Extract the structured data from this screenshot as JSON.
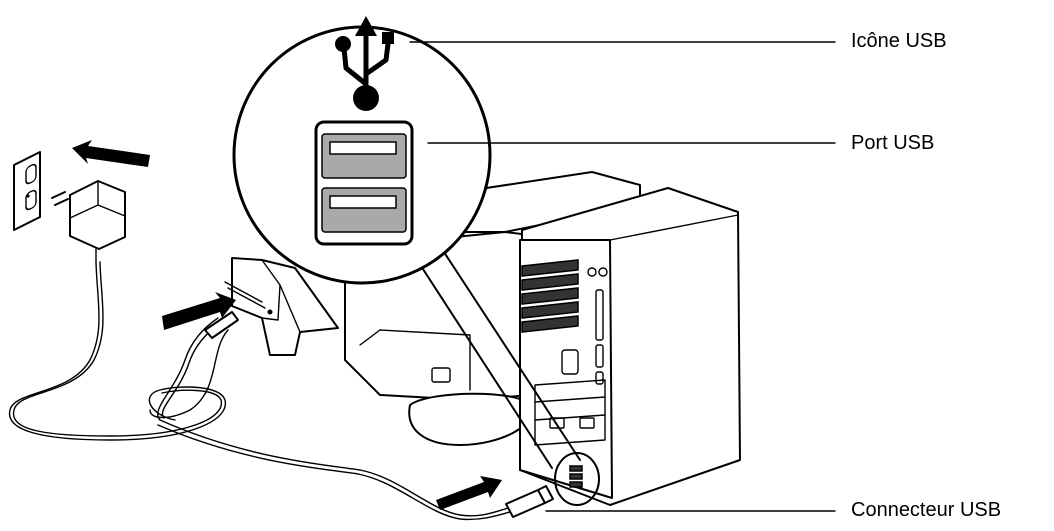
{
  "callouts": {
    "usb_icon": "Icône USB",
    "usb_port": "Port USB",
    "usb_connector": "Connecteur USB"
  },
  "icons": [
    "usb-trident-icon",
    "arrow-icon"
  ]
}
